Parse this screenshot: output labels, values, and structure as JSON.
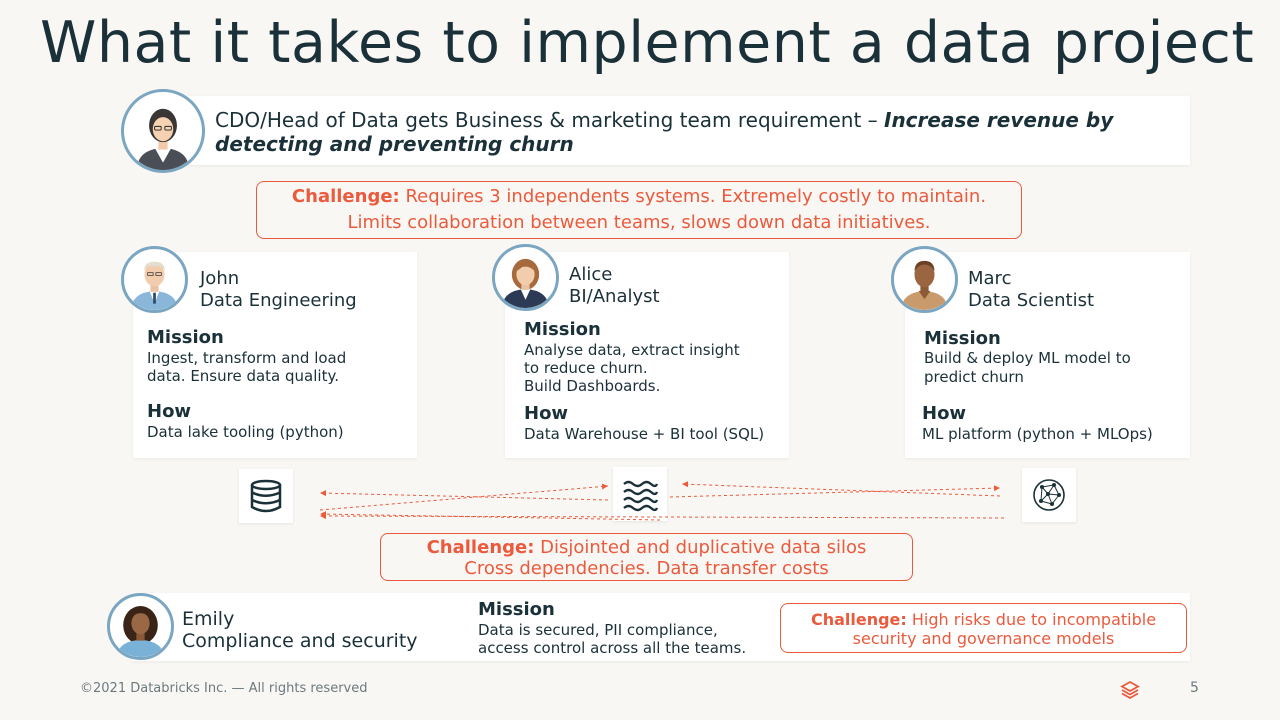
{
  "slide": {
    "title": "What it takes to implement a data project",
    "footer": "©2021 Databricks Inc. — All rights reserved",
    "page_number": "5"
  },
  "cdo": {
    "text": "CDO/Head of Data gets Business & marketing team requirement – ",
    "emphasis": "Increase revenue by detecting and preventing churn"
  },
  "challenge_top": {
    "label": "Challenge:",
    "line1": " Requires 3 independents systems. Extremely costly to maintain.",
    "line2": "Limits collaboration between teams, slows down data initiatives."
  },
  "personas": [
    {
      "name": "John",
      "role": "Data Engineering",
      "mission_label": "Mission",
      "mission_lines": [
        "Ingest, transform and load",
        "data. Ensure data quality."
      ],
      "how_label": "How",
      "how": "Data lake tooling (python)"
    },
    {
      "name": "Alice",
      "role": "BI/Analyst",
      "mission_label": "Mission",
      "mission_lines": [
        "Analyse data, extract insight",
        "to reduce churn.",
        "Build Dashboards."
      ],
      "how_label": "How",
      "how": "Data Warehouse + BI tool (SQL)"
    },
    {
      "name": "Marc",
      "role": "Data Scientist",
      "mission_label": "Mission",
      "mission_lines": [
        "Build & deploy ML model to",
        "predict churn"
      ],
      "how_label": "How",
      "how": "ML platform (python + MLOps)"
    }
  ],
  "tools": {
    "left_icon": "database-icon",
    "center_icon": "data-lake-waves-icon",
    "right_icon": "ml-network-icon"
  },
  "challenge_mid": {
    "label": "Challenge:",
    "line1": " Disjointed and duplicative data silos",
    "line2": "Cross dependencies. Data transfer costs"
  },
  "emily": {
    "name": "Emily",
    "role": "Compliance and security",
    "mission_label": "Mission",
    "mission_line1": "Data is secured, PII compliance,",
    "mission_line2": "access control across all the teams."
  },
  "challenge_bottom": {
    "label": "Challenge:",
    "line1": " High risks due to incompatible",
    "line2": "security and governance models"
  },
  "colors": {
    "accent": "#eb5a3c",
    "text": "#1b3139",
    "avatar_ring": "#7aa6c2",
    "background": "#f9f7f4"
  }
}
